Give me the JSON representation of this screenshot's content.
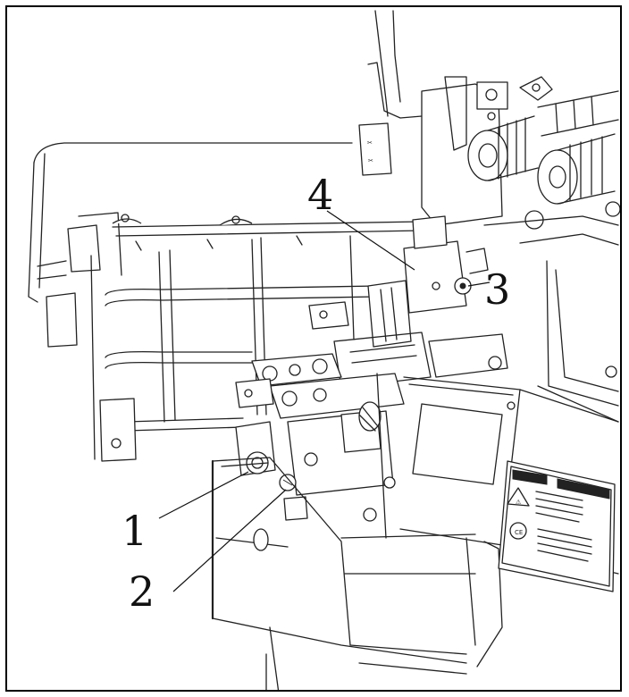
{
  "callouts": {
    "c1": "1",
    "c2": "2",
    "c3": "3",
    "c4": "4"
  },
  "warning_label": {
    "symbol": "⚠",
    "ce_mark": "CE"
  },
  "colors": {
    "line": "#222222",
    "background": "#ffffff"
  }
}
